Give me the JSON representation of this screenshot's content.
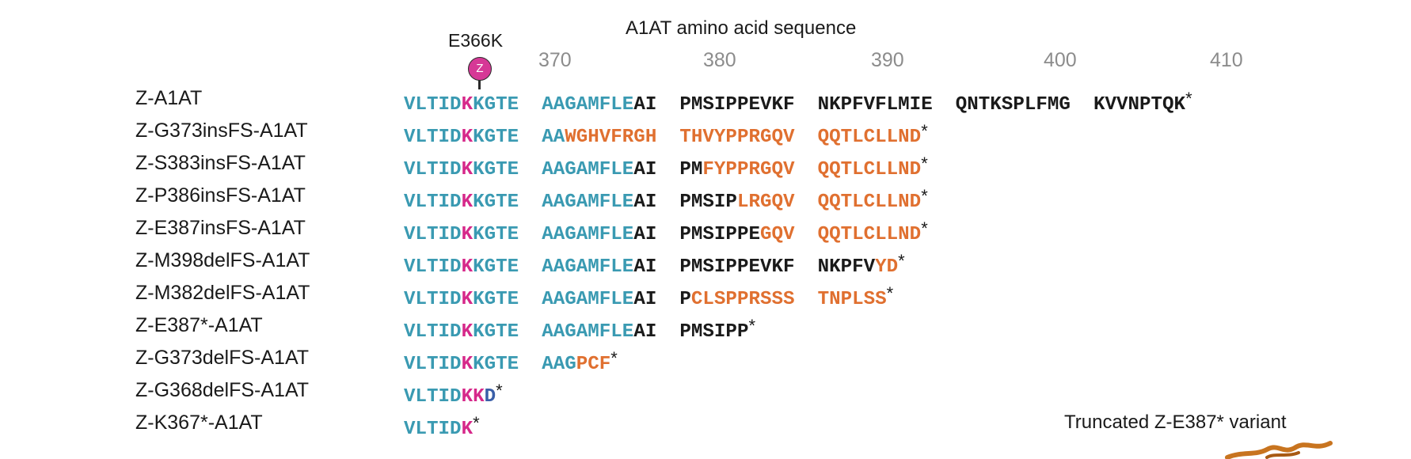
{
  "title": "A1AT amino acid sequence",
  "mutation": {
    "label": "E366K",
    "pin_text": "Z"
  },
  "positions": [
    "370",
    "380",
    "390",
    "400",
    "410"
  ],
  "colors": {
    "wild_type": "#3a9ab2",
    "z_mutation": "#d6288a",
    "unchanged": "#1a1a1a",
    "frameshift": "#e07030",
    "altered": "#3a5fa8"
  },
  "rows": [
    {
      "label": "Z-A1AT",
      "segments": [
        {
          "t": "VLTID",
          "c": "teal"
        },
        {
          "t": "K",
          "c": "mag"
        },
        {
          "t": "KGTE  ",
          "c": "teal"
        },
        {
          "t": "AAGAMFLE",
          "c": "teal"
        },
        {
          "t": "AI  ",
          "c": "blk"
        },
        {
          "t": "PMSIPPEVKF  ",
          "c": "blk"
        },
        {
          "t": "NKPFVFLMIE  ",
          "c": "blk"
        },
        {
          "t": "QNTKSPLFMG  ",
          "c": "blk"
        },
        {
          "t": "KVVNPTQK",
          "c": "blk"
        },
        {
          "t": "*",
          "c": "stop"
        }
      ]
    },
    {
      "label": "Z-G373insFS-A1AT",
      "segments": [
        {
          "t": "VLTID",
          "c": "teal"
        },
        {
          "t": "K",
          "c": "mag"
        },
        {
          "t": "KGTE  ",
          "c": "teal"
        },
        {
          "t": "AA",
          "c": "teal"
        },
        {
          "t": "WGHVFRGH  ",
          "c": "org"
        },
        {
          "t": "THVYPPRGQV  ",
          "c": "org"
        },
        {
          "t": "QQTLCLLND",
          "c": "org"
        },
        {
          "t": "*",
          "c": "stop"
        }
      ]
    },
    {
      "label": "Z-S383insFS-A1AT",
      "segments": [
        {
          "t": "VLTID",
          "c": "teal"
        },
        {
          "t": "K",
          "c": "mag"
        },
        {
          "t": "KGTE  ",
          "c": "teal"
        },
        {
          "t": "AAGAMFLE",
          "c": "teal"
        },
        {
          "t": "AI  ",
          "c": "blk"
        },
        {
          "t": "PM",
          "c": "blk"
        },
        {
          "t": "FYPPRGQV  ",
          "c": "org"
        },
        {
          "t": "QQTLCLLND",
          "c": "org"
        },
        {
          "t": "*",
          "c": "stop"
        }
      ]
    },
    {
      "label": "Z-P386insFS-A1AT",
      "segments": [
        {
          "t": "VLTID",
          "c": "teal"
        },
        {
          "t": "K",
          "c": "mag"
        },
        {
          "t": "KGTE  ",
          "c": "teal"
        },
        {
          "t": "AAGAMFLE",
          "c": "teal"
        },
        {
          "t": "AI  ",
          "c": "blk"
        },
        {
          "t": "PMSIP",
          "c": "blk"
        },
        {
          "t": "LRGQV  ",
          "c": "org"
        },
        {
          "t": "QQTLCLLND",
          "c": "org"
        },
        {
          "t": "*",
          "c": "stop"
        }
      ]
    },
    {
      "label": "Z-E387insFS-A1AT",
      "segments": [
        {
          "t": "VLTID",
          "c": "teal"
        },
        {
          "t": "K",
          "c": "mag"
        },
        {
          "t": "KGTE  ",
          "c": "teal"
        },
        {
          "t": "AAGAMFLE",
          "c": "teal"
        },
        {
          "t": "AI  ",
          "c": "blk"
        },
        {
          "t": "PMSIPPE",
          "c": "blk"
        },
        {
          "t": "GQV  ",
          "c": "org"
        },
        {
          "t": "QQTLCLLND",
          "c": "org"
        },
        {
          "t": "*",
          "c": "stop"
        }
      ]
    },
    {
      "label": "Z-M398delFS-A1AT",
      "segments": [
        {
          "t": "VLTID",
          "c": "teal"
        },
        {
          "t": "K",
          "c": "mag"
        },
        {
          "t": "KGTE  ",
          "c": "teal"
        },
        {
          "t": "AAGAMFLE",
          "c": "teal"
        },
        {
          "t": "AI  ",
          "c": "blk"
        },
        {
          "t": "PMSIPPEVKF  ",
          "c": "blk"
        },
        {
          "t": "NKPFV",
          "c": "blk"
        },
        {
          "t": "YD",
          "c": "org"
        },
        {
          "t": "*",
          "c": "stop"
        }
      ]
    },
    {
      "label": "Z-M382delFS-A1AT",
      "segments": [
        {
          "t": "VLTID",
          "c": "teal"
        },
        {
          "t": "K",
          "c": "mag"
        },
        {
          "t": "KGTE  ",
          "c": "teal"
        },
        {
          "t": "AAGAMFLE",
          "c": "teal"
        },
        {
          "t": "AI  ",
          "c": "blk"
        },
        {
          "t": "P",
          "c": "blk"
        },
        {
          "t": "CLSPPRSSS  ",
          "c": "org"
        },
        {
          "t": "TNPLSS",
          "c": "org"
        },
        {
          "t": "*",
          "c": "stop"
        }
      ]
    },
    {
      "label": "Z-E387*-A1AT",
      "segments": [
        {
          "t": "VLTID",
          "c": "teal"
        },
        {
          "t": "K",
          "c": "mag"
        },
        {
          "t": "KGTE  ",
          "c": "teal"
        },
        {
          "t": "AAGAMFLE",
          "c": "teal"
        },
        {
          "t": "AI  ",
          "c": "blk"
        },
        {
          "t": "PMSIPP",
          "c": "blk"
        },
        {
          "t": "*",
          "c": "stop"
        }
      ]
    },
    {
      "label": "Z-G373delFS-A1AT",
      "segments": [
        {
          "t": "VLTID",
          "c": "teal"
        },
        {
          "t": "K",
          "c": "mag"
        },
        {
          "t": "KGTE  ",
          "c": "teal"
        },
        {
          "t": "AAG",
          "c": "teal"
        },
        {
          "t": "PCF",
          "c": "org"
        },
        {
          "t": "*",
          "c": "stop"
        }
      ]
    },
    {
      "label": "Z-G368delFS-A1AT",
      "segments": [
        {
          "t": "VLTID",
          "c": "teal"
        },
        {
          "t": "KK",
          "c": "mag"
        },
        {
          "t": "D",
          "c": "blu"
        },
        {
          "t": "*",
          "c": "stop"
        }
      ]
    },
    {
      "label": "Z-K367*-A1AT",
      "segments": [
        {
          "t": "VLTID",
          "c": "teal"
        },
        {
          "t": "K",
          "c": "mag"
        },
        {
          "t": "*",
          "c": "stop"
        }
      ]
    }
  ],
  "inset": {
    "title": "Truncated Z-E387* variant"
  }
}
